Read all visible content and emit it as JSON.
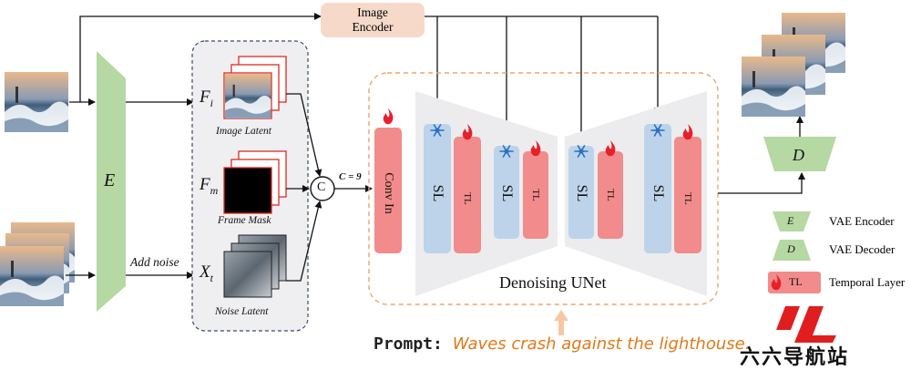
{
  "image_encoder": {
    "line1": "Image",
    "line2": "Encoder"
  },
  "encoder_label": "E",
  "add_noise": "Add noise",
  "inputs": {
    "fi": {
      "main": "F",
      "sub": "i",
      "caption": "Image Latent"
    },
    "fm": {
      "main": "F",
      "sub": "m",
      "caption": "Frame Mask"
    },
    "xt": {
      "main": "X",
      "sub": "t",
      "caption": "Noise Latent"
    }
  },
  "concat_symbol": "C",
  "channels": "C = 9",
  "conv_in": "Conv In",
  "sl": "SL",
  "tl": "TL",
  "unet_label": "Denoising UNet",
  "decoder_label": "D",
  "prompt": {
    "key": "Prompt:",
    "value": "Waves crash against the lighthouse."
  },
  "legend": {
    "enc_symbol": "E",
    "enc_text": "VAE Encoder",
    "dec_symbol": "D",
    "dec_text": "VAE Decoder",
    "tl_symbol": "TL",
    "tl_text": "Temporal Layer"
  },
  "brand": "六六导航站",
  "colors": {
    "green": "#b6d8a2",
    "blue": "#bcd3ea",
    "red": "#f28b8b",
    "orange_dash": "#f0a36a",
    "prompt_orange": "#e07a18",
    "logo_red": "#e01e1e"
  }
}
